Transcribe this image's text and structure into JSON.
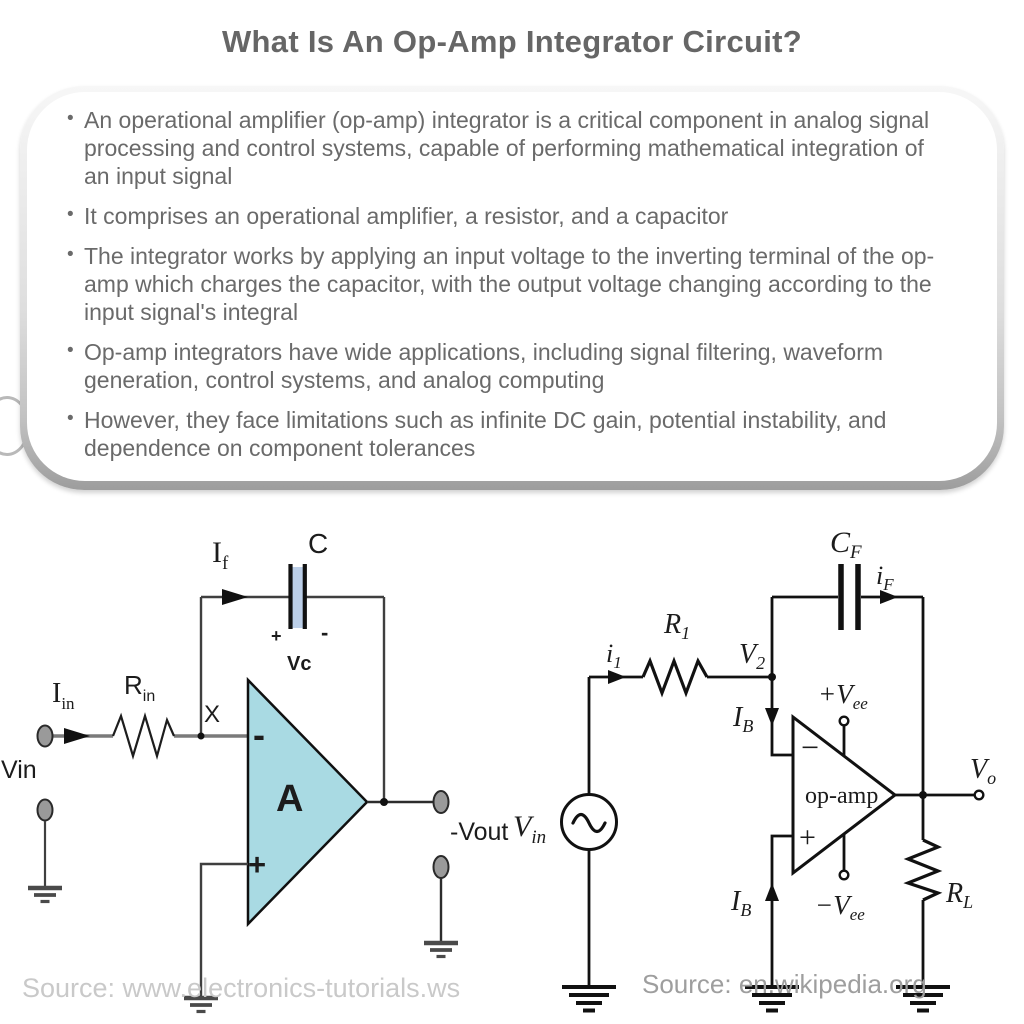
{
  "title": "What Is An Op-Amp Integrator Circuit?",
  "bullets": [
    "An operational amplifier (op-amp) integrator is a critical component in analog signal processing and control systems, capable of performing mathematical integration of an input signal",
    "It comprises an operational amplifier, a resistor, and a capacitor",
    "The integrator works by applying an input voltage to the inverting terminal of the op-amp which charges the capacitor, with the output voltage changing according to the input signal's integral",
    "Op-amp integrators have wide applications, including signal filtering, waveform generation, control systems, and analog computing",
    "However, they face limitations such as infinite DC gain, potential instability, and dependence on component tolerances"
  ],
  "left": {
    "source": "Source: www.electronics-tutorials.ws",
    "labels": {
      "if_main": "I",
      "if_sub": "f",
      "c": "C",
      "cap_plus": "+",
      "cap_minus": "-",
      "vc": "Vc",
      "iin_main": "I",
      "iin_sub": "in",
      "rin_main": "R",
      "rin_sub": "in",
      "x": "X",
      "vin": "Vin",
      "inv": "-",
      "gain": "A",
      "noninv": "+",
      "vout": "-Vout"
    },
    "colors": {
      "label_blue": "#4a86cc",
      "triangle_fill": "#a9dae3",
      "capacitor_fill": "#bccfe8",
      "wire_gray": "#7a7a7a"
    }
  },
  "right": {
    "source": "Source: en.wikipedia.org",
    "labels": {
      "cf_main": "C",
      "cf_sub": "F",
      "if_main": "i",
      "if_sub": "F",
      "i1_main": "i",
      "i1_sub": "1",
      "r1_main": "R",
      "r1_sub": "1",
      "v2_main": "V",
      "v2_sub": "2",
      "ib_main": "I",
      "ib_sub": "B",
      "vee_pos_main": "+V",
      "vee_pos_sub": "ee",
      "vee_neg_main": "−V",
      "vee_neg_sub": "ee",
      "vin_main": "V",
      "vin_sub": "in",
      "opamp": "op-amp",
      "inv": "−",
      "noninv": "+",
      "vo_main": "V",
      "vo_sub": "o",
      "rl_main": "R",
      "rl_sub": "L"
    }
  }
}
